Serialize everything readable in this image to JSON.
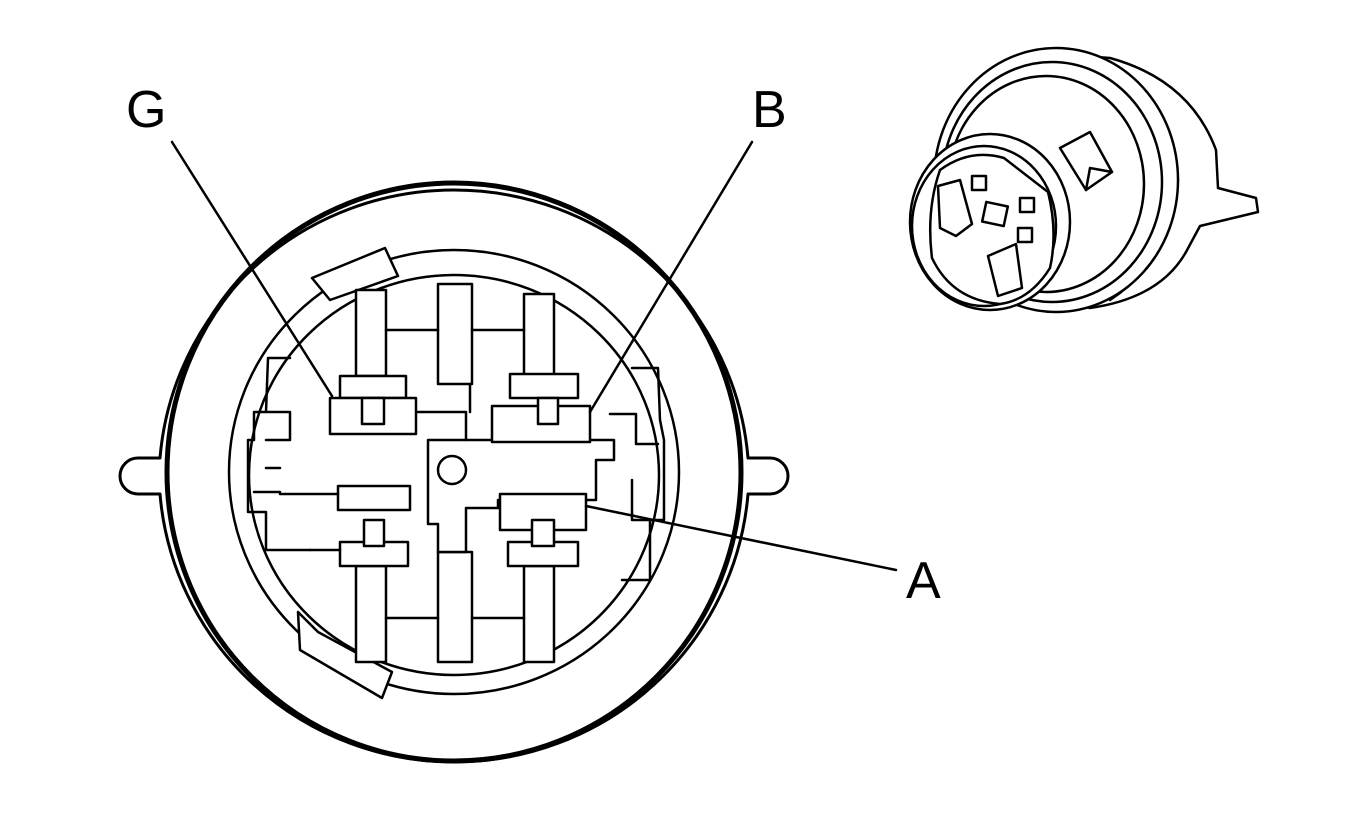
{
  "callouts": {
    "g": "G",
    "b": "B",
    "a": "A"
  },
  "colors": {
    "stroke": "#000000",
    "background": "#ffffff"
  }
}
